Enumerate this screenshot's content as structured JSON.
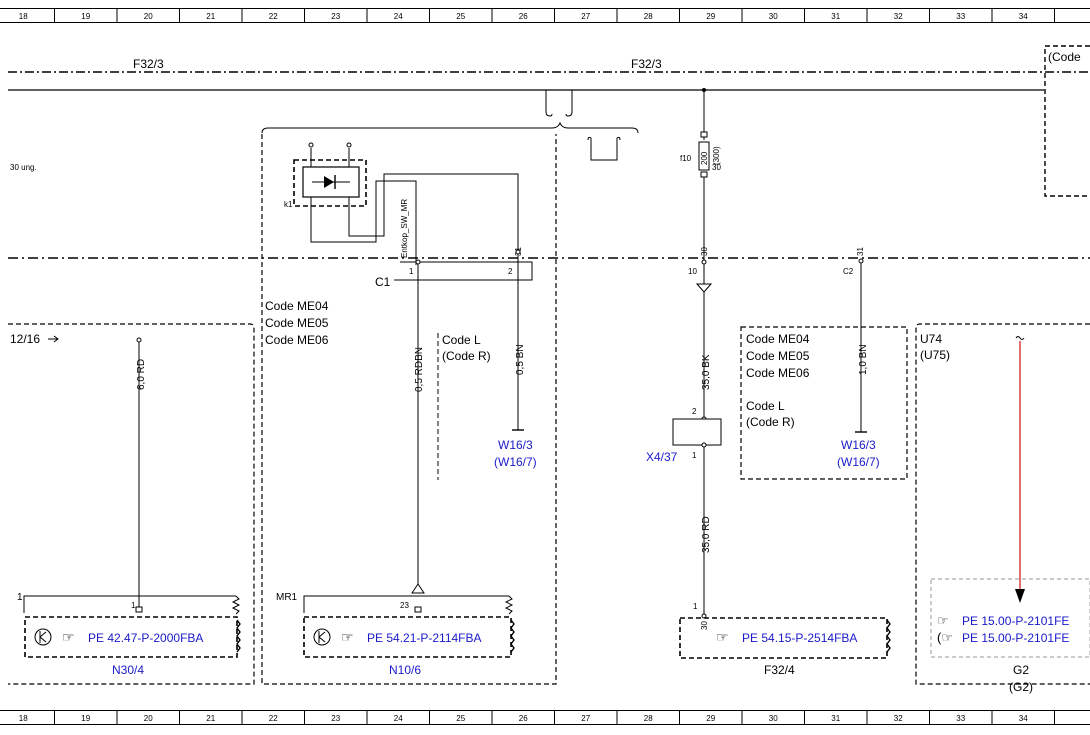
{
  "ruler": {
    "columns": [
      "18",
      "19",
      "20",
      "21",
      "22",
      "23",
      "24",
      "25",
      "26",
      "27",
      "28",
      "29",
      "30",
      "31",
      "32",
      "33",
      "34"
    ]
  },
  "colors": {
    "reference": "#1a1acc",
    "signal_wire": "#cc1111",
    "line": "#000000"
  },
  "top": {
    "fuse_left": "F32/3",
    "fuse_right": "F32/3",
    "terminal_30_ung": "30 ung.",
    "code_corner": "(Code"
  },
  "left": {
    "ref_12_16": "12/16",
    "wire1": "6,0 RD",
    "n30_ref": "PE 42.47-P-2000FBA",
    "n30_label": "N30/4",
    "pin1_top": "1",
    "pin1_bottom": "1"
  },
  "center": {
    "codes": [
      "Code ME04",
      "Code ME05",
      "Code ME06"
    ],
    "relay_label": "k1",
    "signal_name": "Entkop_SW_MR",
    "connector": "C1",
    "pin1": "1",
    "pin2": "2",
    "pin31": "31",
    "wire_rdbn": "0,5 RDBN",
    "wire_bn": "0,5 BN",
    "code_l": "Code L",
    "code_r": "(Code R)",
    "ground": "W16/3",
    "ground_alt": "(W16/7)",
    "mr1": "MR1",
    "pin23": "23",
    "n10_ref": "PE 54.21-P-2114FBA",
    "n10_label": "N10/6"
  },
  "fuse": {
    "id": "f10",
    "rating": "200",
    "rating_alt": "(300)",
    "pin30": "30",
    "pin30b": "30",
    "pin10": "10",
    "wire_bk": "35,0 BK",
    "x4_pin2": "2",
    "x4_pin1": "1",
    "x4_label": "X4/37",
    "wire_rd": "35,0 RD",
    "f32_pin1": "1",
    "f32_pin30": "30",
    "f32_ref": "PE 54.15-P-2514FBA",
    "f32_label": "F32/4"
  },
  "right": {
    "codes": [
      "Code ME04",
      "Code ME05",
      "Code ME06"
    ],
    "code_l": "Code L",
    "code_r": "(Code R)",
    "c2": "C2",
    "pin31": "31",
    "wire": "1,0 BN",
    "ground": "W16/3",
    "ground_alt": "(W16/7)",
    "u74": "U74",
    "u75": "(U75)",
    "g2_ref1": "PE 15.00-P-2101FE",
    "g2_ref2": "PE 15.00-P-2101FE",
    "g2_label": "G2",
    "g2_alt": "(G2)"
  }
}
